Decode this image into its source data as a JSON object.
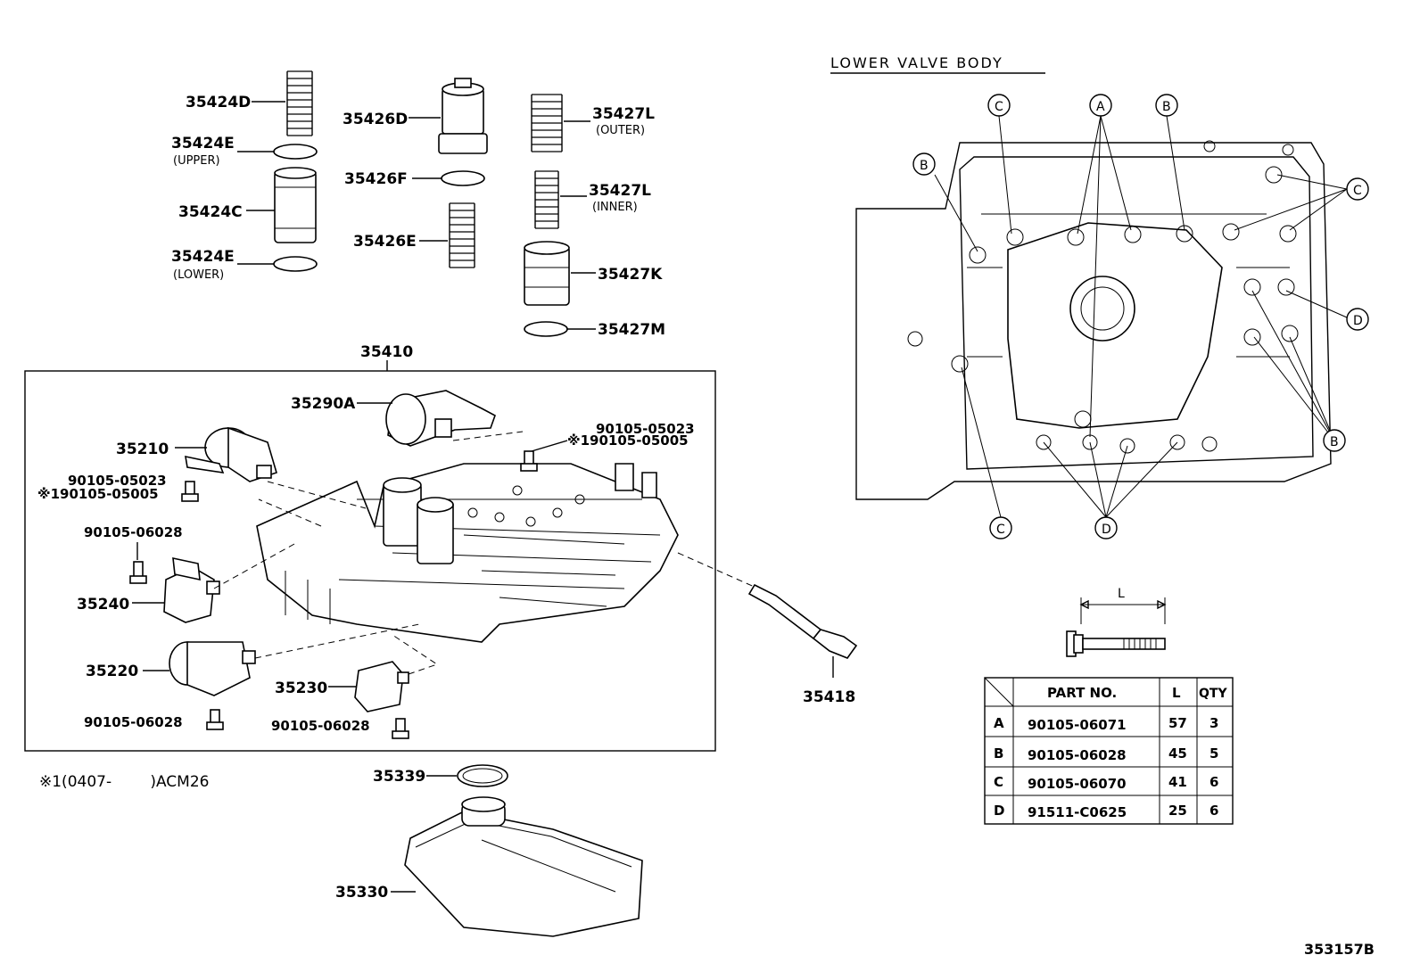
{
  "page_code": "353157B",
  "note": "※1(0407-        )ACM26",
  "lower_valve_body": {
    "title": "LOWER VALVE BODY",
    "callouts": [
      "A",
      "B",
      "C",
      "D"
    ],
    "table": {
      "headers": [
        "PART NO.",
        "L",
        "QTY"
      ],
      "rows": [
        {
          "key": "A",
          "part": "90105-06071",
          "l": "57",
          "qty": "3"
        },
        {
          "key": "B",
          "part": "90105-06028",
          "l": "45",
          "qty": "5"
        },
        {
          "key": "C",
          "part": "90105-06070",
          "l": "41",
          "qty": "6"
        },
        {
          "key": "D",
          "part": "91511-C0625",
          "l": "25",
          "qty": "6"
        }
      ]
    },
    "bolt_dimension": "L"
  },
  "labels": {
    "p35424d": "35424D",
    "p35424e_u": "35424E",
    "upper": "(UPPER)",
    "p35424c": "35424C",
    "p35424e_l": "35424E",
    "lower": "(LOWER)",
    "p35426d": "35426D",
    "p35426f": "35426F",
    "p35426e": "35426E",
    "p35427l_o": "35427L",
    "outer": "(OUTER)",
    "p35427l_i": "35427L",
    "inner": "(INNER)",
    "p35427k": "35427K",
    "p35427m": "35427M",
    "p35410": "35410",
    "p35290a": "35290A",
    "p35210": "35210",
    "b05023_r": "90105-05023",
    "b05005_r": "※190105-05005",
    "b05023_l": "90105-05023",
    "b05005_l": "※190105-05005",
    "b06028_a": "90105-06028",
    "p35240": "35240",
    "p35220": "35220",
    "b06028_b": "90105-06028",
    "p35230": "35230",
    "b06028_c": "90105-06028",
    "p35418": "35418",
    "p35339": "35339",
    "p35330": "35330"
  }
}
